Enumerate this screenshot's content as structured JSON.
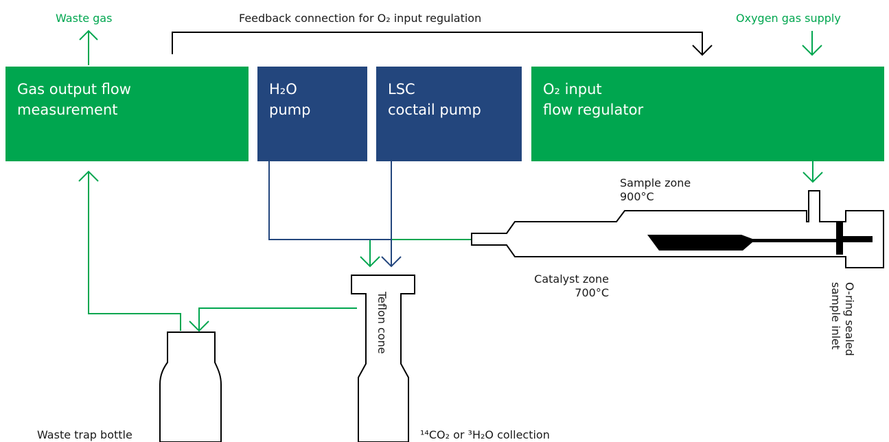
{
  "labels": {
    "waste_gas": "Waste gas",
    "feedback": "Feedback connection for O₂ input regulation",
    "oxygen_supply": "Oxygen gas supply",
    "sample_zone_line1": "Sample zone",
    "sample_zone_line2": "900°C",
    "catalyst_zone_line1": "Catalyst zone",
    "catalyst_zone_line2": "700°C",
    "oring_line1": "O-ring sealed",
    "oring_line2": "sample inlet",
    "teflon_cone": "Teflon cone",
    "waste_trap": "Waste trap bottle",
    "collection": "¹⁴CO₂ or ³H₂O collection"
  },
  "boxes": {
    "gas_output_line1": "Gas output flow",
    "gas_output_line2": "measurement",
    "h2o_pump_line1": "H₂O",
    "h2o_pump_line2": "pump",
    "lsc_pump_line1": "LSC",
    "lsc_pump_line2": "coctail pump",
    "o2_regulator_line1": "O₂ input",
    "o2_regulator_line2": "flow regulator"
  },
  "colors": {
    "green": "#00a64f",
    "navy": "#23467d",
    "black": "#000000"
  }
}
